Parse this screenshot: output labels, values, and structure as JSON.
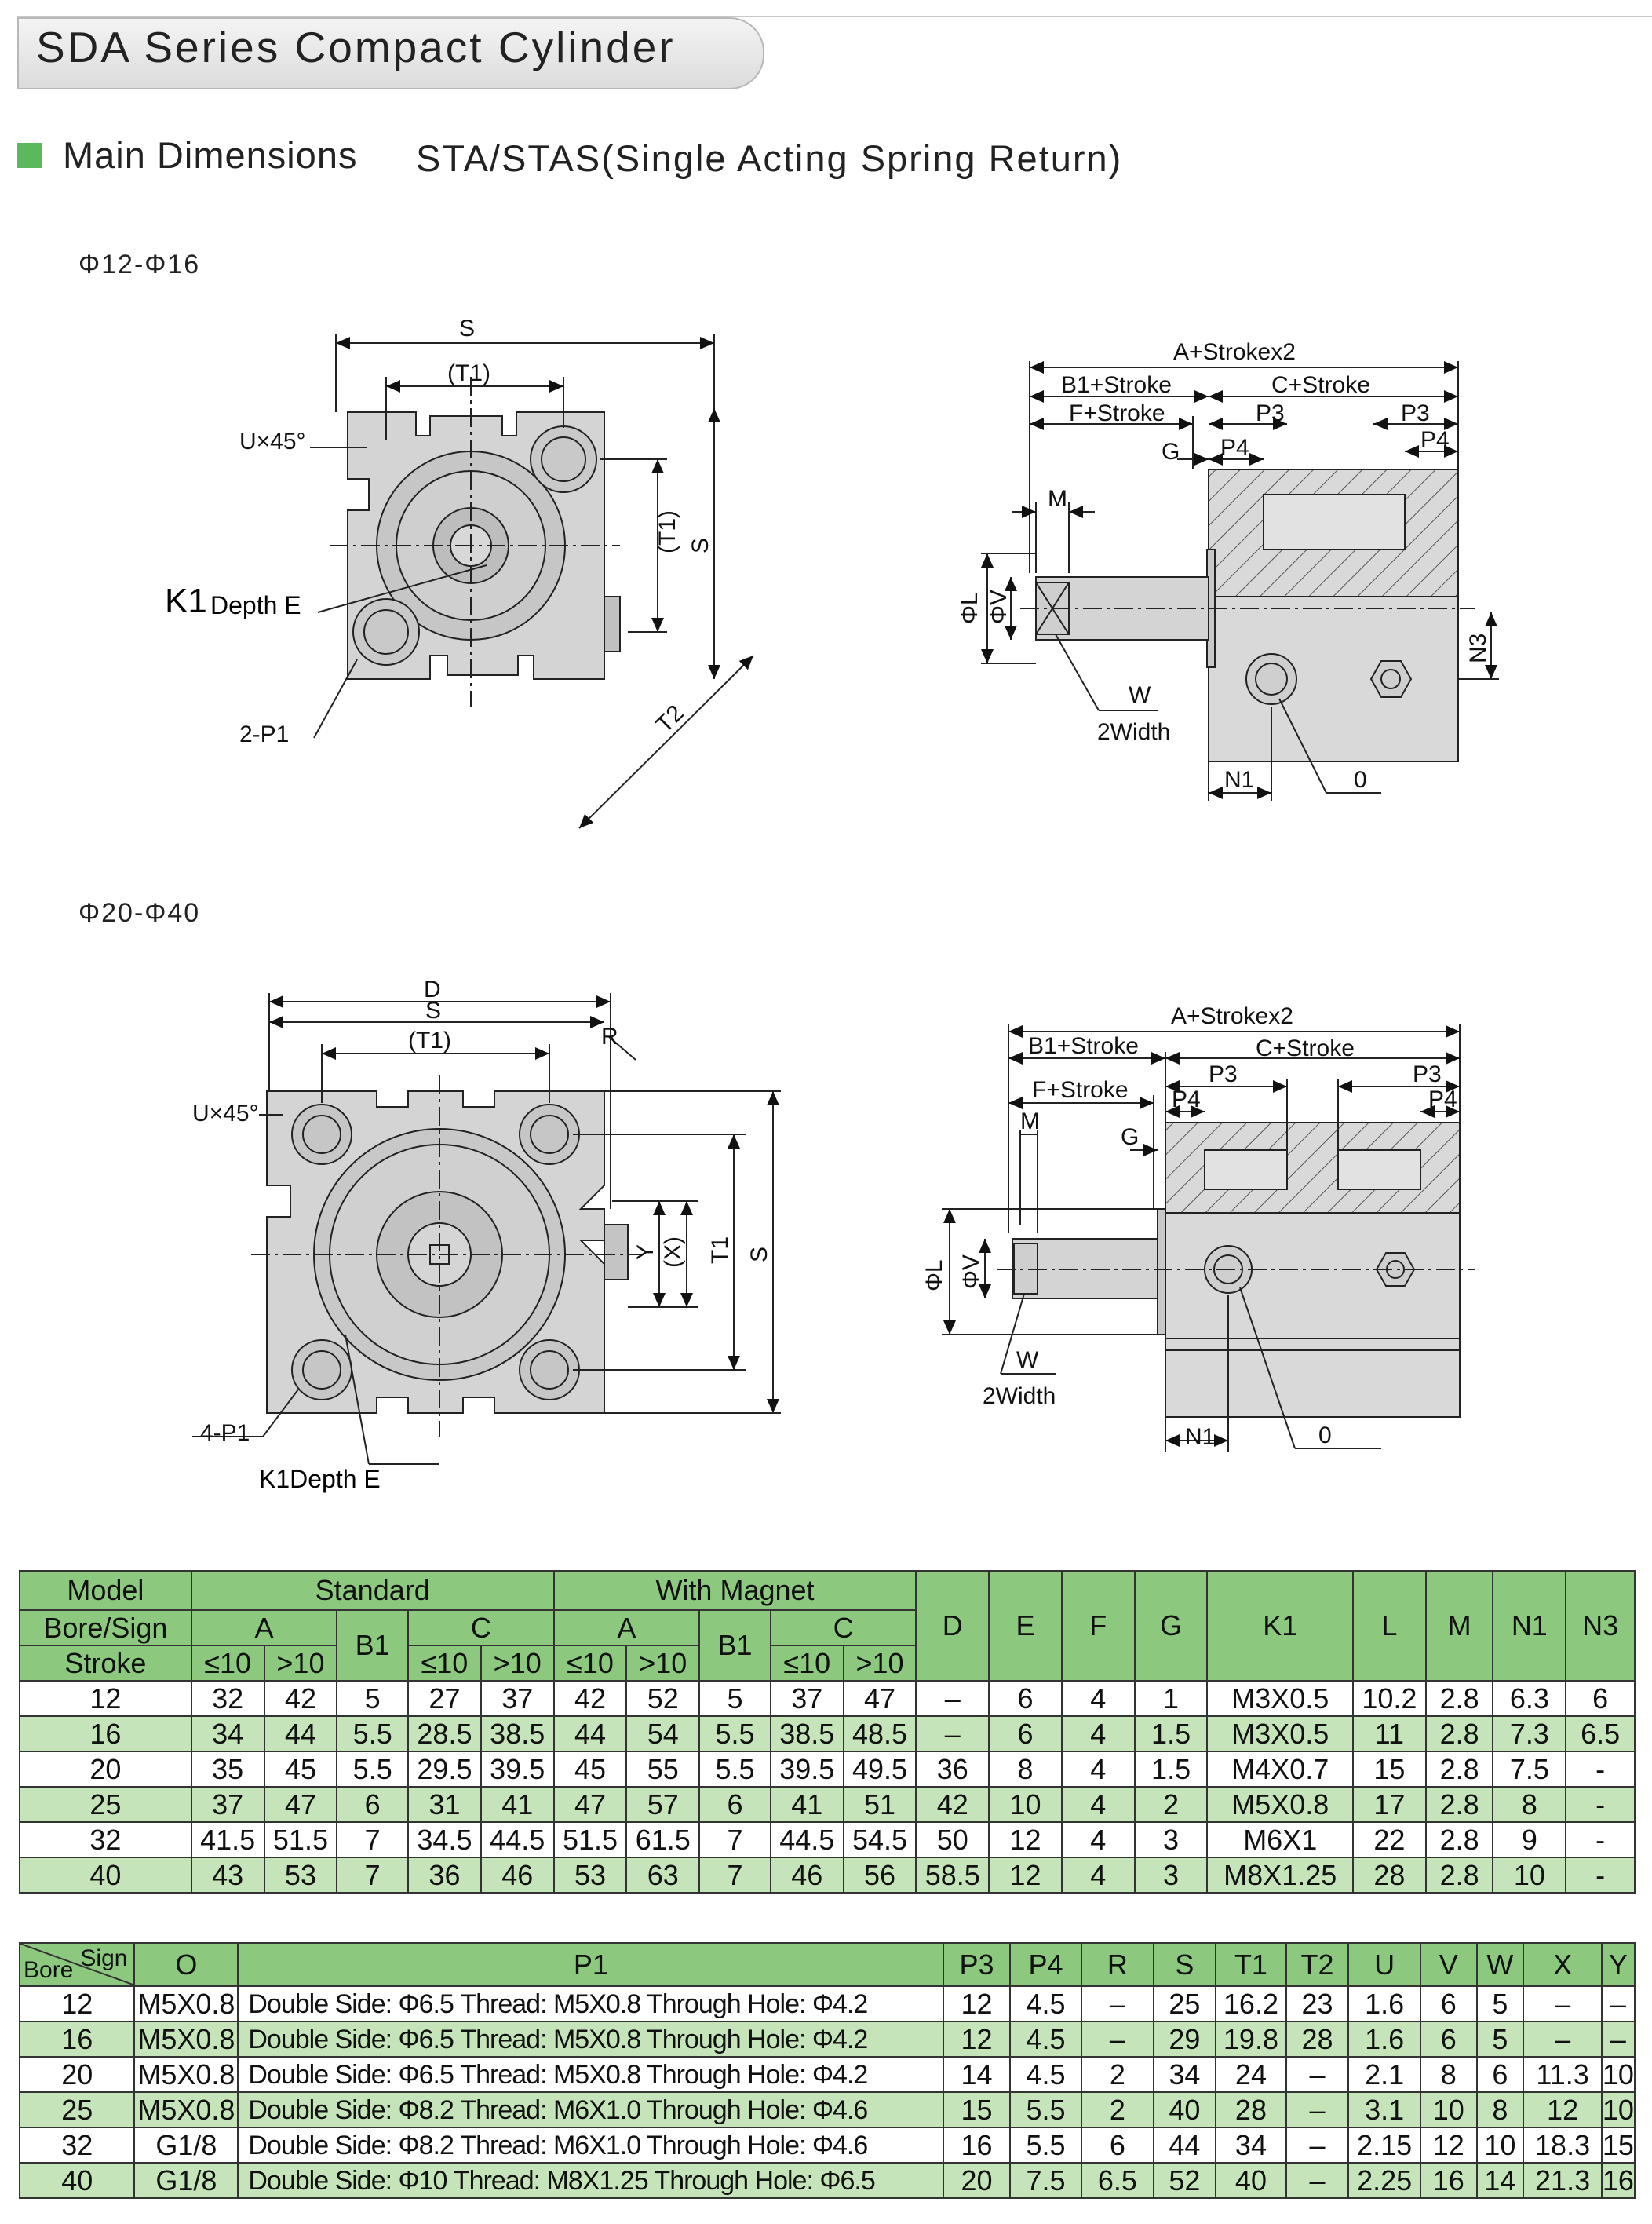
{
  "header": {
    "title": "SDA Series Compact Cylinder"
  },
  "section": {
    "title": "Main Dimensions",
    "subtitle": "STA/STAS(Single Acting Spring Return)"
  },
  "drawings": {
    "top": {
      "bore_range": "Φ12-Φ16",
      "labels": {
        "S": "S",
        "T1": "(T1)",
        "U45": "U×45°",
        "K1": "K1",
        "depth": "Depth E",
        "P1": "2-P1",
        "T2": "T2",
        "A": "A+Strokex2",
        "B1": "B1+Stroke",
        "C": "C+Stroke",
        "F": "F+Stroke",
        "P3": "P3",
        "P4": "P4",
        "G": "G",
        "M": "M",
        "L": "ΦL",
        "V": "ΦV",
        "W": "W",
        "width": "2Width",
        "N1": "N1",
        "N3": "N3",
        "O": "0"
      }
    },
    "bottom": {
      "bore_range": "Φ20-Φ40",
      "labels": {
        "D": "D",
        "S": "S",
        "T1": "(T1)",
        "R": "R",
        "U45": "U×45°",
        "Y": "Y",
        "X": "(X)",
        "T1v": "T1",
        "Sv": "S",
        "P1": "4-P1",
        "K1": "K1Depth E",
        "A": "A+Strokex2",
        "B1": "B1+Stroke",
        "C": "C+Stroke",
        "F": "F+Stroke",
        "P3": "P3",
        "P4": "P4",
        "M": "M",
        "G": "G",
        "L": "ΦL",
        "V": "ΦV",
        "W": "W",
        "width": "2Width",
        "N1": "N1",
        "O": "0"
      }
    }
  },
  "table1": {
    "head": {
      "model": "Model",
      "bore": "Bore/Sign",
      "stroke": "Stroke",
      "standard": "Standard",
      "with_magnet": "With Magnet",
      "A": "A",
      "B1": "B1",
      "C": "C",
      "le10": "≤10",
      ">10": ">10",
      "D": "D",
      "E": "E",
      "F": "F",
      "G": "G",
      "K1": "K1",
      "L": "L",
      "M": "M",
      "N1": "N1",
      "N3": "N3"
    },
    "rows": [
      [
        "12",
        "32",
        "42",
        "5",
        "27",
        "37",
        "42",
        "52",
        "5",
        "37",
        "47",
        "–",
        "6",
        "4",
        "1",
        "M3X0.5",
        "10.2",
        "2.8",
        "6.3",
        "6"
      ],
      [
        "16",
        "34",
        "44",
        "5.5",
        "28.5",
        "38.5",
        "44",
        "54",
        "5.5",
        "38.5",
        "48.5",
        "–",
        "6",
        "4",
        "1.5",
        "M3X0.5",
        "11",
        "2.8",
        "7.3",
        "6.5"
      ],
      [
        "20",
        "35",
        "45",
        "5.5",
        "29.5",
        "39.5",
        "45",
        "55",
        "5.5",
        "39.5",
        "49.5",
        "36",
        "8",
        "4",
        "1.5",
        "M4X0.7",
        "15",
        "2.8",
        "7.5",
        "-"
      ],
      [
        "25",
        "37",
        "47",
        "6",
        "31",
        "41",
        "47",
        "57",
        "6",
        "41",
        "51",
        "42",
        "10",
        "4",
        "2",
        "M5X0.8",
        "17",
        "2.8",
        "8",
        "-"
      ],
      [
        "32",
        "41.5",
        "51.5",
        "7",
        "34.5",
        "44.5",
        "51.5",
        "61.5",
        "7",
        "44.5",
        "54.5",
        "50",
        "12",
        "4",
        "3",
        "M6X1",
        "22",
        "2.8",
        "9",
        "-"
      ],
      [
        "40",
        "43",
        "53",
        "7",
        "36",
        "46",
        "53",
        "63",
        "7",
        "46",
        "56",
        "58.5",
        "12",
        "4",
        "3",
        "M8X1.25",
        "28",
        "2.8",
        "10",
        "-"
      ]
    ]
  },
  "table2": {
    "head": {
      "sign": "Sign",
      "bore": "Bore",
      "cols": [
        "O",
        "P1",
        "P3",
        "P4",
        "R",
        "S",
        "T1",
        "T2",
        "U",
        "V",
        "W",
        "X",
        "Y"
      ]
    },
    "rows": [
      [
        "12",
        "M5X0.8",
        "Double Side: Φ6.5 Thread: M5X0.8 Through Hole: Φ4.2",
        "12",
        "4.5",
        "–",
        "25",
        "16.2",
        "23",
        "1.6",
        "6",
        "5",
        "–",
        "–"
      ],
      [
        "16",
        "M5X0.8",
        "Double Side: Φ6.5 Thread: M5X0.8 Through Hole: Φ4.2",
        "12",
        "4.5",
        "–",
        "29",
        "19.8",
        "28",
        "1.6",
        "6",
        "5",
        "–",
        "–"
      ],
      [
        "20",
        "M5X0.8",
        "Double Side: Φ6.5 Thread: M5X0.8 Through Hole: Φ4.2",
        "14",
        "4.5",
        "2",
        "34",
        "24",
        "–",
        "2.1",
        "8",
        "6",
        "11.3",
        "10"
      ],
      [
        "25",
        "M5X0.8",
        "Double Side: Φ8.2 Thread: M6X1.0 Through Hole: Φ4.6",
        "15",
        "5.5",
        "2",
        "40",
        "28",
        "–",
        "3.1",
        "10",
        "8",
        "12",
        "10"
      ],
      [
        "32",
        "G1/8",
        "Double Side: Φ8.2 Thread: M6X1.0 Through Hole: Φ4.6",
        "16",
        "5.5",
        "6",
        "44",
        "34",
        "–",
        "2.15",
        "12",
        "10",
        "18.3",
        "15"
      ],
      [
        "40",
        "G1/8",
        "Double Side: Φ10 Thread: M8X1.25 Through Hole: Φ6.5",
        "20",
        "7.5",
        "6.5",
        "52",
        "40",
        "–",
        "2.25",
        "16",
        "14",
        "21.3",
        "16"
      ]
    ]
  }
}
